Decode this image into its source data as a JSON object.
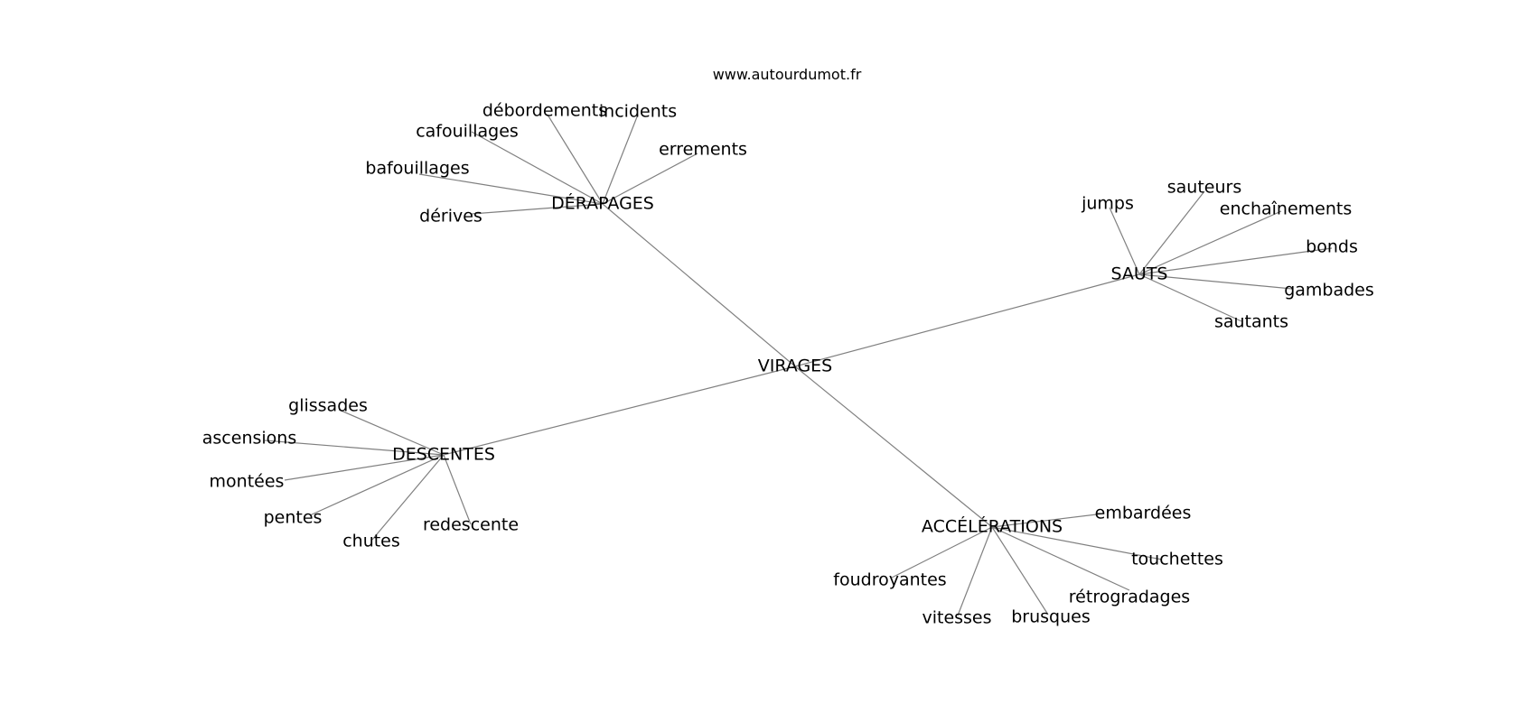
{
  "site": "www.autourdumot.fr",
  "graph": {
    "center": "VIRAGES",
    "clusters": [
      {
        "hub": "DÉRAPAGES",
        "words": [
          "débordements",
          "incidents",
          "cafouillages",
          "errements",
          "bafouillages",
          "dérives"
        ]
      },
      {
        "hub": "SAUTS",
        "words": [
          "jumps",
          "sauteurs",
          "enchaînements",
          "bonds",
          "gambades",
          "sautants"
        ]
      },
      {
        "hub": "DESCENTES",
        "words": [
          "glissades",
          "ascensions",
          "montées",
          "pentes",
          "chutes",
          "redescente"
        ]
      },
      {
        "hub": "ACCÉLÉRATIONS",
        "words": [
          "embardées",
          "touchettes",
          "rétrogradages",
          "brusques",
          "vitesses",
          "foudroyantes"
        ]
      }
    ]
  }
}
